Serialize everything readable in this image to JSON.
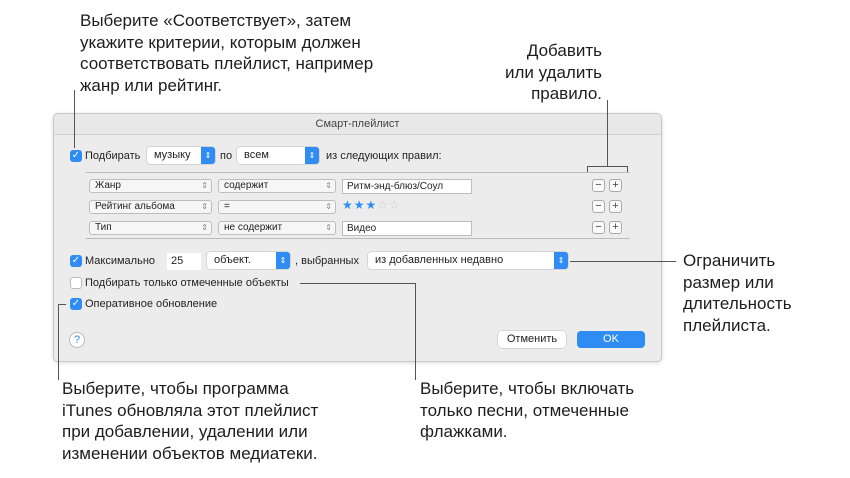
{
  "callouts": {
    "top_left": [
      "Выберите «Соответствует», затем",
      "укажите критерии, которым должен",
      "соответствовать плейлист, например",
      "жанр или рейтинг."
    ],
    "top_right": [
      "Добавить",
      "или удалить",
      "правило."
    ],
    "right": [
      "Ограничить",
      "размер или",
      "длительность",
      "плейлиста."
    ],
    "bottom_left": [
      "Выберите, чтобы программа",
      "iTunes обновляла этот плейлист",
      "при добавлении, удалении или",
      "изменении объектов медиатеки."
    ],
    "bottom_right": [
      "Выберите, чтобы включать",
      "только песни, отмеченные",
      "флажками."
    ]
  },
  "dialog": {
    "title": "Смарт-плейлист",
    "match_label": "Подбирать",
    "match_kind": "музыку",
    "by_label": "по",
    "match_mode": "всем",
    "rules_suffix": "из следующих правил:",
    "rules": [
      {
        "field": "Жанр",
        "op": "содержит",
        "value": "Ритм-энд-блюз/Соул"
      },
      {
        "field": "Рейтинг альбома",
        "op": "=",
        "value": "",
        "rating": 3
      },
      {
        "field": "Тип",
        "op": "не содержит",
        "value": "Видео"
      }
    ],
    "limit_label": "Максимально",
    "limit_value": "25",
    "limit_unit": "объект.",
    "selected_label": ", выбранных",
    "selected_by": "из добавленных недавно",
    "checked_only_label": "Подбирать только отмеченные объекты",
    "live_update_label": "Оперативное обновление",
    "help": "?",
    "cancel": "Отменить",
    "ok": "OK",
    "accent": "#2f8cf2"
  }
}
